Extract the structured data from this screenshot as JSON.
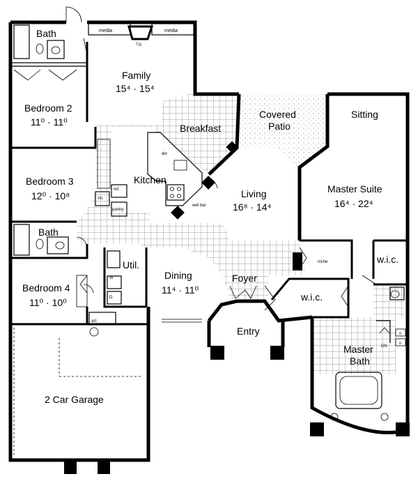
{
  "rooms": {
    "bath_top": "Bath",
    "family": "Family",
    "family_dim": "15⁴ · 15⁴",
    "bedroom2": "Bedroom 2",
    "bedroom2_dim": "11⁰ · 11⁰",
    "breakfast": "Breakfast",
    "covered_patio_1": "Covered",
    "covered_patio_2": "Patio",
    "sitting": "Sitting",
    "bedroom3": "Bedroom 3",
    "bedroom3_dim": "12⁰ · 10⁸",
    "kitchen": "Kitchen",
    "living": "Living",
    "living_dim": "16⁸ · 14⁴",
    "master_suite": "Master Suite",
    "master_suite_dim": "16⁴ · 22⁴",
    "bath_mid": "Bath",
    "util": "Util.",
    "wic_right": "w.i.c.",
    "bedroom4": "Bedroom 4",
    "bedroom4_dim": "11⁰ · 10⁰",
    "dining": "Dining",
    "dining_dim": "11⁴ · 11⁰",
    "foyer": "Foyer",
    "wic_center": "w.i.c.",
    "entry": "Entry",
    "master_bath_1": "Master",
    "master_bath_2": "Bath",
    "garage": "2 Car Garage"
  },
  "labels": {
    "media_left": "media",
    "media_right": "media",
    "fp": "f.p.",
    "dw": "dw",
    "ref": "ref.",
    "lin": "lin.",
    "pantry": "pantry",
    "wet_bar": "wet bar",
    "niche": "niche",
    "washer": "W",
    "dryer": "D.",
    "ac": "a/c",
    "dn": "DN",
    "lin_a": "n",
    "lin_b": "n"
  }
}
